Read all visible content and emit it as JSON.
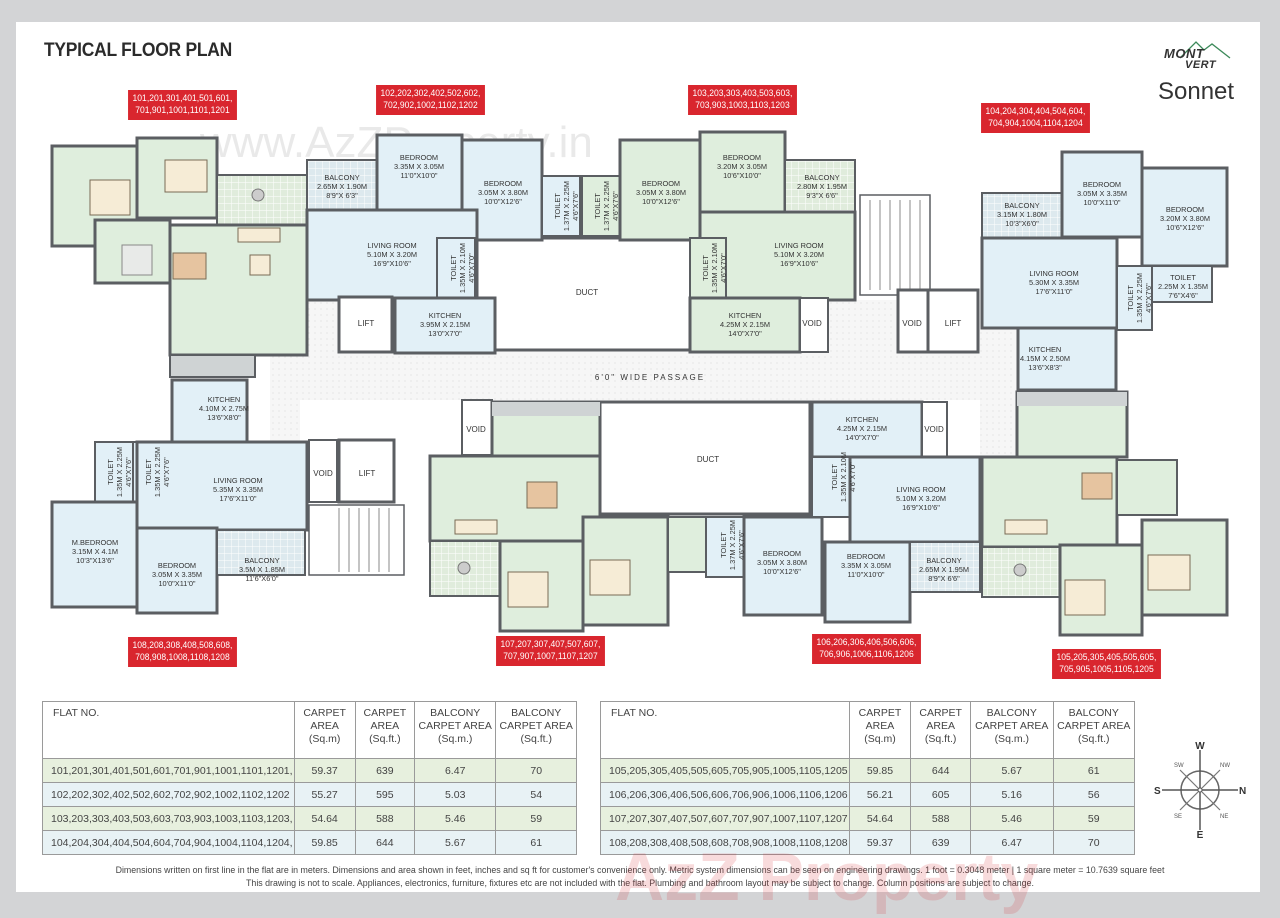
{
  "header": {
    "title": "TYPICAL FLOOR PLAN",
    "logo": {
      "line1": "MONT",
      "line2": "VERT",
      "name": "Sonnet"
    }
  },
  "colors": {
    "tag_red": "#d9262e",
    "flat_green": "#dfeedd",
    "flat_blue": "#e2f0f7",
    "balcony_tile": "#dde9ee",
    "wall": "#5b5e62",
    "passage": "#f4f4f4"
  },
  "flat_tags": [
    {
      "id": "tag-101",
      "line1": "101,201,301,401,501,601,",
      "line2": "701,901,1001,1101,1201"
    },
    {
      "id": "tag-102",
      "line1": "102,202,302,402,502,602,",
      "line2": "702,902,1002,1102,1202"
    },
    {
      "id": "tag-103",
      "line1": "103,203,303,403,503,603,",
      "line2": "703,903,1003,1103,1203"
    },
    {
      "id": "tag-104",
      "line1": "104,204,304,404,504,604,",
      "line2": "704,904,1004,1104,1204"
    },
    {
      "id": "tag-108",
      "line1": "108,208,308,408,508,608,",
      "line2": "708,908,1008,1108,1208"
    },
    {
      "id": "tag-107",
      "line1": "107,207,307,407,507,607,",
      "line2": "707,907,1007,1107,1207"
    },
    {
      "id": "tag-106",
      "line1": "106,206,306,406,506,606,",
      "line2": "706,906,1006,1106,1206"
    },
    {
      "id": "tag-105",
      "line1": "105,205,305,405,505,605,",
      "line2": "705,905,1005,1105,1205"
    }
  ],
  "plan": {
    "passage_label": "6'0\" WIDE PASSAGE",
    "rooms": [
      {
        "flat": "102",
        "name": "BALCONY",
        "m": "2.65M X 1.90M",
        "ft": "8'9\"X 6'3\""
      },
      {
        "flat": "102",
        "name": "BEDROOM",
        "m": "3.35M X 3.05M",
        "ft": "11'0\"X10'0\""
      },
      {
        "flat": "102",
        "name": "BEDROOM",
        "m": "3.05M X 3.80M",
        "ft": "10'0\"X12'6\""
      },
      {
        "flat": "102",
        "name": "TOILET",
        "m": "1.37M X 2.25M",
        "ft": "4'6\"X7'6\""
      },
      {
        "flat": "102",
        "name": "LIVING ROOM",
        "m": "5.10M X 3.20M",
        "ft": "16'9\"X10'6\""
      },
      {
        "flat": "102",
        "name": "TOILET",
        "m": "1.35M X 2.10M",
        "ft": "4'6\"X7'0\""
      },
      {
        "flat": "102",
        "name": "KITCHEN",
        "m": "3.95M X 2.15M",
        "ft": "13'0\"X7'0\""
      },
      {
        "flat": "103",
        "name": "TOILET",
        "m": "1.37M X 2.25M",
        "ft": "4'6\"X7'6\""
      },
      {
        "flat": "103",
        "name": "BEDROOM",
        "m": "3.05M X 3.80M",
        "ft": "10'0\"X12'6\""
      },
      {
        "flat": "103",
        "name": "BEDROOM",
        "m": "3.20M X 3.05M",
        "ft": "10'6\"X10'0\""
      },
      {
        "flat": "103",
        "name": "BALCONY",
        "m": "2.80M X 1.95M",
        "ft": "9'3\"X 6'6\""
      },
      {
        "flat": "103",
        "name": "LIVING ROOM",
        "m": "5.10M X 3.20M",
        "ft": "16'9\"X10'6\""
      },
      {
        "flat": "103",
        "name": "TOILET",
        "m": "1.35M X 2.10M",
        "ft": "4'6\"X7'0\""
      },
      {
        "flat": "103",
        "name": "KITCHEN",
        "m": "4.25M X 2.15M",
        "ft": "14'0\"X7'0\""
      },
      {
        "flat": "104",
        "name": "BALCONY",
        "m": "3.15M X 1.80M",
        "ft": "10'3\"X6'0\""
      },
      {
        "flat": "104",
        "name": "BEDROOM",
        "m": "3.05M X 3.35M",
        "ft": "10'0\"X11'0\""
      },
      {
        "flat": "104",
        "name": "BEDROOM",
        "m": "3.20M X 3.80M",
        "ft": "10'6\"X12'6\""
      },
      {
        "flat": "104",
        "name": "LIVING ROOM",
        "m": "5.30M X 3.35M",
        "ft": "17'6\"X11'0\""
      },
      {
        "flat": "104",
        "name": "TOILET",
        "m": "1.35M X 2.25M",
        "ft": "4'6\"X7'6\""
      },
      {
        "flat": "104",
        "name": "TOILET",
        "m": "2.25M X 1.35M",
        "ft": "7'6\"X4'6\""
      },
      {
        "flat": "104",
        "name": "KITCHEN",
        "m": "4.15M X 2.50M",
        "ft": "13'6\"X8'3\""
      },
      {
        "flat": "108",
        "name": "KITCHEN",
        "m": "4.10M X 2.75M",
        "ft": "13'6\"X8'0\""
      },
      {
        "flat": "108",
        "name": "TOILET",
        "m": "1.35M X 2.25M",
        "ft": "4'6\"X7'6\""
      },
      {
        "flat": "108",
        "name": "TOILET",
        "m": "1.35M X 2.25M",
        "ft": "4'6\"X7'6\""
      },
      {
        "flat": "108",
        "name": "LIVING ROOM",
        "m": "5.35M X 3.35M",
        "ft": "17'6\"X11'0\""
      },
      {
        "flat": "108",
        "name": "M.BEDROOM",
        "m": "3.15M X 4.1M",
        "ft": "10'3\"X13'6\""
      },
      {
        "flat": "108",
        "name": "BEDROOM",
        "m": "3.05M X 3.35M",
        "ft": "10'0\"X11'0\""
      },
      {
        "flat": "108",
        "name": "BALCONY",
        "m": "3.5M X 1.85M",
        "ft": "11'6\"X6'0\""
      },
      {
        "flat": "106",
        "name": "KITCHEN",
        "m": "4.25M X 2.15M",
        "ft": "14'0\"X7'0\""
      },
      {
        "flat": "106",
        "name": "TOILET",
        "m": "1.35M X 2.10M",
        "ft": "4'6\"X7'0\""
      },
      {
        "flat": "106",
        "name": "LIVING ROOM",
        "m": "5.10M X 3.20M",
        "ft": "16'9\"X10'6\""
      },
      {
        "flat": "106",
        "name": "TOILET",
        "m": "1.37M X 2.25M",
        "ft": "4'6\"X7'6\""
      },
      {
        "flat": "106",
        "name": "BEDROOM",
        "m": "3.05M X 3.80M",
        "ft": "10'0\"X12'6\""
      },
      {
        "flat": "106",
        "name": "BEDROOM",
        "m": "3.35M X 3.05M",
        "ft": "11'0\"X10'0\""
      },
      {
        "flat": "106",
        "name": "BALCONY",
        "m": "2.65M X 1.95M",
        "ft": "8'9\"X 6'6\""
      }
    ],
    "labels": {
      "duct": "DUCT",
      "lift": "LIFT",
      "void": "VOID"
    }
  },
  "tables": [
    {
      "headers": [
        "FLAT NO.",
        "CARPET AREA (Sq.m)",
        "CARPET AREA (Sq.ft.)",
        "BALCONY CARPET AREA (Sq.m.)",
        "BALCONY CARPET AREA (Sq.ft.)"
      ],
      "rows": [
        [
          "101,201,301,401,501,601,701,901,1001,1101,1201,",
          "59.37",
          "639",
          "6.47",
          "70"
        ],
        [
          "102,202,302,402,502,602,702,902,1002,1102,1202",
          "55.27",
          "595",
          "5.03",
          "54"
        ],
        [
          "103,203,303,403,503,603,703,903,1003,1103,1203,",
          "54.64",
          "588",
          "5.46",
          "59"
        ],
        [
          "104,204,304,404,504,604,704,904,1004,1104,1204,",
          "59.85",
          "644",
          "5.67",
          "61"
        ]
      ]
    },
    {
      "headers": [
        "FLAT NO.",
        "CARPET AREA (Sq.m)",
        "CARPET AREA (Sq.ft.)",
        "BALCONY CARPET AREA (Sq.m.)",
        "BALCONY CARPET AREA (Sq.ft.)"
      ],
      "rows": [
        [
          "105,205,305,405,505,605,705,905,1005,1105,1205",
          "59.85",
          "644",
          "5.67",
          "61"
        ],
        [
          "106,206,306,406,506,606,706,906,1006,1106,1206",
          "56.21",
          "605",
          "5.16",
          "56"
        ],
        [
          "107,207,307,407,507,607,707,907,1007,1107,1207",
          "54.64",
          "588",
          "5.46",
          "59"
        ],
        [
          "108,208,308,408,508,608,708,908,1008,1108,1208",
          "59.37",
          "639",
          "6.47",
          "70"
        ]
      ]
    }
  ],
  "compass": {
    "N": "N",
    "S": "S",
    "E": "E",
    "W": "W",
    "NW": "NW",
    "SW": "SW",
    "NE": "NE",
    "SE": "SE"
  },
  "notes": {
    "line1": "Dimensions written on first line in the flat are in meters. Dimensions and area shown in feet, inches and sq ft for customer's convenience only.   Metric system dimensions can be seen on engineering drawings.  1 foot = 0.3048 meter  | 1 square meter = 10.7639 square feet",
    "line2": "This drawing is not to scale. Appliances, electronics, furniture, fixtures etc are not included with the flat. Plumbing and bathroom layout may be subject to change. Column positions are subject to change."
  },
  "watermarks": {
    "top": "www.AzZProperty.in",
    "bottom": "AzZ Property"
  }
}
